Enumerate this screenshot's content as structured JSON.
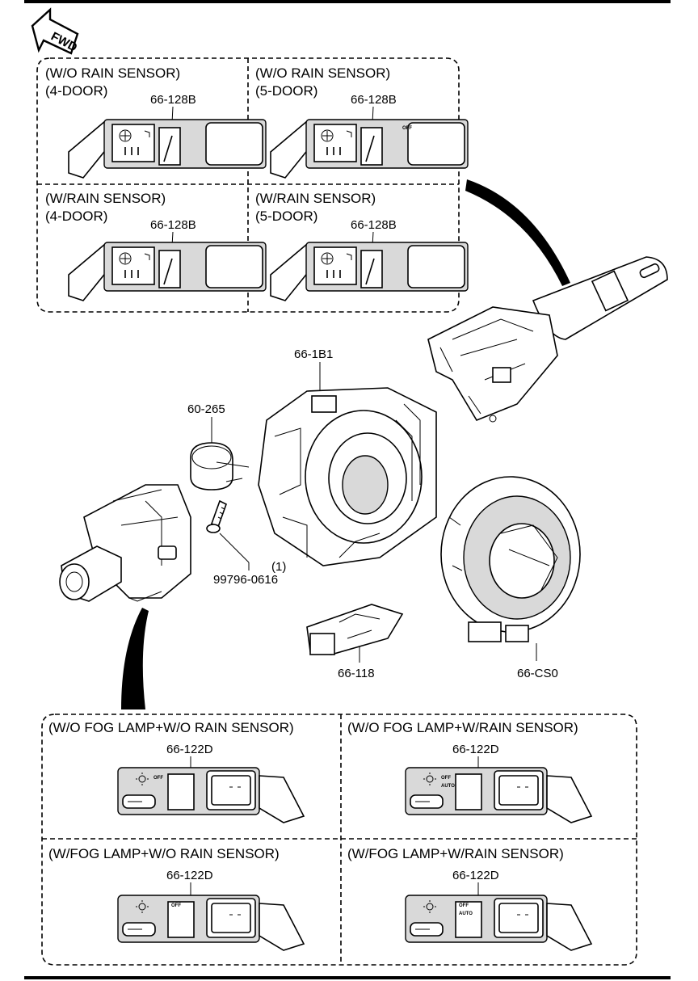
{
  "forward_label": "FWD",
  "upper_group": {
    "panels": [
      {
        "caption_line1": "(W/O RAIN SENSOR)",
        "caption_line2": "(4-DOOR)",
        "part_no": "66-128B"
      },
      {
        "caption_line1": "(W/O RAIN SENSOR)",
        "caption_line2": "(5-DOOR)",
        "part_no": "66-128B"
      },
      {
        "caption_line1": "(W/RAIN SENSOR)",
        "caption_line2": "(4-DOOR)",
        "part_no": "66-128B"
      },
      {
        "caption_line1": "(W/RAIN SENSOR)",
        "caption_line2": "(5-DOOR)",
        "part_no": "66-128B"
      }
    ]
  },
  "center": {
    "combination_switch_body": "66-1B1",
    "cover": "60-265",
    "screw_part": "99796-0616",
    "screw_qty": "(1)",
    "connector": "66-118",
    "clock_spring": "66-CS0"
  },
  "lower_group": {
    "panels": [
      {
        "caption": "(W/O FOG LAMP+W/O RAIN SENSOR)",
        "part_no": "66-122D"
      },
      {
        "caption": "(W/O FOG LAMP+W/RAIN SENSOR)",
        "part_no": "66-122D"
      },
      {
        "caption": "(W/FOG LAMP+W/O RAIN SENSOR)",
        "part_no": "66-122D"
      },
      {
        "caption": "(W/FOG LAMP+W/RAIN SENSOR)",
        "part_no": "66-122D"
      }
    ]
  },
  "switch_markings": {
    "off": "OFF",
    "auto": "AUTO"
  }
}
